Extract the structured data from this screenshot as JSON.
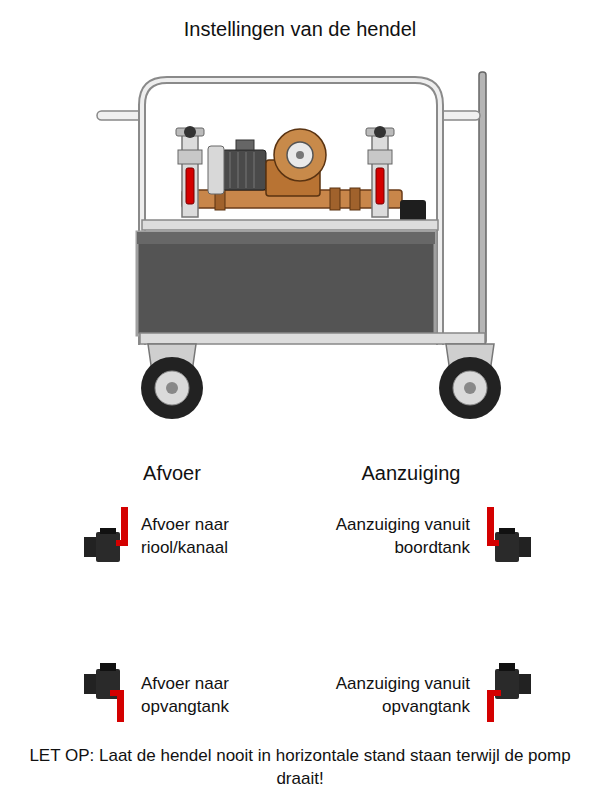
{
  "diagram": {
    "title": "Instellingen van de hendel",
    "labels": [
      "Afvoer",
      "Aanzuiging",
      "Afvoer naar riool/kanaal",
      "Aanzuiging vanuit boordtank",
      "Afvoer naar opvangtank",
      "Aanzuiging vanuit opvangtank",
      "LET OP: Laat de hendel nooit in horizontale stand staan terwijl de pomp draait!"
    ]
  }
}
